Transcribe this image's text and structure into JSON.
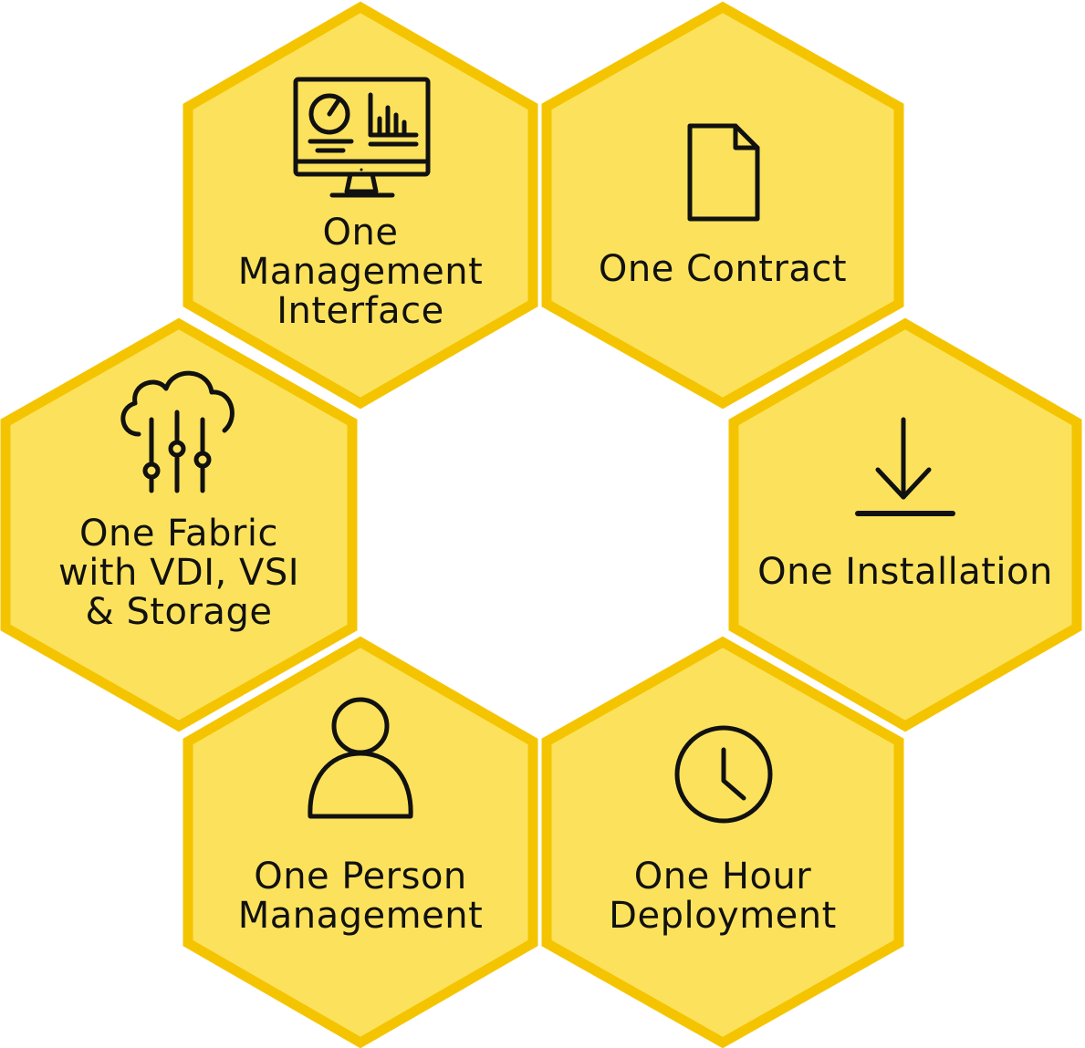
{
  "colors": {
    "hex_fill": "#FCE25C",
    "hex_border": "#F5C400",
    "ink": "#111111"
  },
  "cells": [
    {
      "id": "management-interface",
      "label": "One\nManagement\nInterface",
      "icon": "monitor-dashboard-icon"
    },
    {
      "id": "contract",
      "label": "One Contract",
      "icon": "document-icon"
    },
    {
      "id": "installation",
      "label": "One Installation",
      "icon": "download-icon"
    },
    {
      "id": "hour-deployment",
      "label": "One Hour\nDeployment",
      "icon": "clock-icon"
    },
    {
      "id": "person-management",
      "label": "One Person\nManagement",
      "icon": "person-icon"
    },
    {
      "id": "fabric",
      "label": "One Fabric\nwith VDI, VSI\n& Storage",
      "icon": "cloud-network-icon"
    }
  ]
}
